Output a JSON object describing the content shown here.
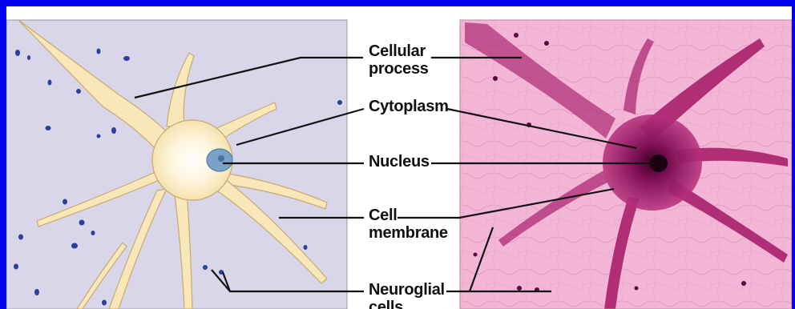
{
  "diagram": {
    "labels": {
      "cellular_process_line1": "Cellular",
      "cellular_process_line2": "process",
      "cytoplasm": "Cytoplasm",
      "nucleus": "Nucleus",
      "cell_membrane_line1": "Cell",
      "cell_membrane_line2": "membrane",
      "neuroglial_line1": "Neuroglial",
      "neuroglial_line2": "cells"
    },
    "colors": {
      "border": "#0000ee",
      "drawing_background": "#d9d6ea",
      "neuron_fill": "#f7e7b9",
      "neuron_outline": "#c9a870",
      "nucleus": "#7aa2c8",
      "glial_dots": "#2b3f9c",
      "micrograph_background": "#f3b6d6",
      "micrograph_stain": "#9b1668"
    }
  }
}
